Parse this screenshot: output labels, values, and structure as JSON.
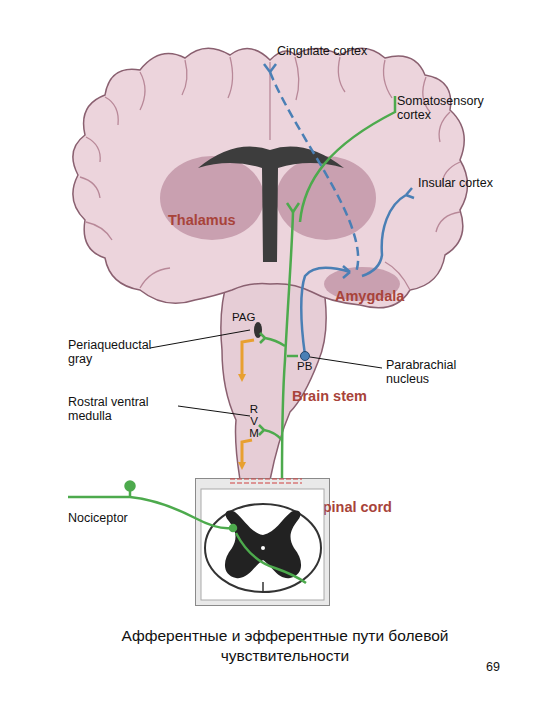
{
  "diagram": {
    "caption": "Афферентные и эфферентные пути болевой чувствительности",
    "nodes": [
      {
        "text": [
          "Spinal cord"
        ]
      }
    ],
    "labels": [
      "Cingulate cortex",
      "Somatosensory cortex",
      "Insular cortex",
      "Thalamus",
      "Amygdala",
      "PAG",
      "Periaqueductal gray",
      "PB",
      "Parabrachial nucleus",
      "Brain stem",
      "Rostral ventral medulla",
      "R V M",
      "Nociceptor",
      "69"
    ]
  }
}
